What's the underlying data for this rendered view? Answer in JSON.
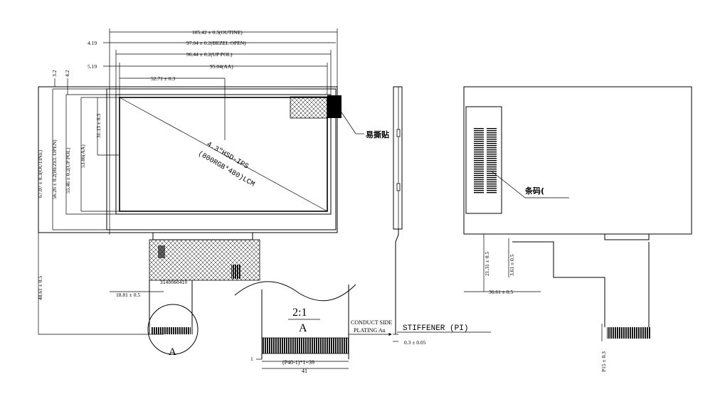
{
  "front_view": {
    "dim_outline_w": "105.42 ± 0.3(OUTINE)",
    "dim_bezel_w": "97.04 ± 0.2(BEZEL OPEN)",
    "dim_pol_w": "96.44 ± 0.2(UP POL)",
    "dim_aa_w": "95.04(AA)",
    "dim_left_1": "4.19",
    "dim_left_2": "5.19",
    "dim_center": "52.71 ± 0.3",
    "dim_top_1": "3.2",
    "dim_top_2": "4.2",
    "dim_vcenter": "31.13 ± 0.3",
    "dim_outline_h": "67.07 ± 0.3(OUTINE)",
    "dim_bezel_h": "56.26 ± 0.2(BEZEL OPEN)",
    "dim_pol_h": "55.46 ± 0.2(UP POL)",
    "dim_aa_h": "53.86(AA)",
    "dim_fpc_len": "48.61 ± 0.5",
    "dim_fpc_offset": "18.81 ± 0.5",
    "panel_label_1": "4.3\"HSD-IPS",
    "panel_label_2": "(800RGB*480)LCM",
    "fpc_code": "3140060410",
    "easy_tear_label": "易撕贴",
    "detail_circle_label": "A"
  },
  "detail": {
    "scale": "2:1",
    "label": "A",
    "conduct_side": "CONDUCT SIDE",
    "plating": "PLATING Au",
    "stiffener": "STIFFENER (PI)",
    "pitch": "(P40-1)*1=39",
    "width": "41",
    "one": "1"
  },
  "side_view": {
    "thickness": "0.3 ± 0.05"
  },
  "back_view": {
    "barcode_label": "条码(",
    "dim_21": "21.31 ± 0.5",
    "dim_3": "3.61 ± 0.5",
    "dim_36": "36.61 ± 0.5",
    "dim_p15": "P15 ± 0.3"
  }
}
